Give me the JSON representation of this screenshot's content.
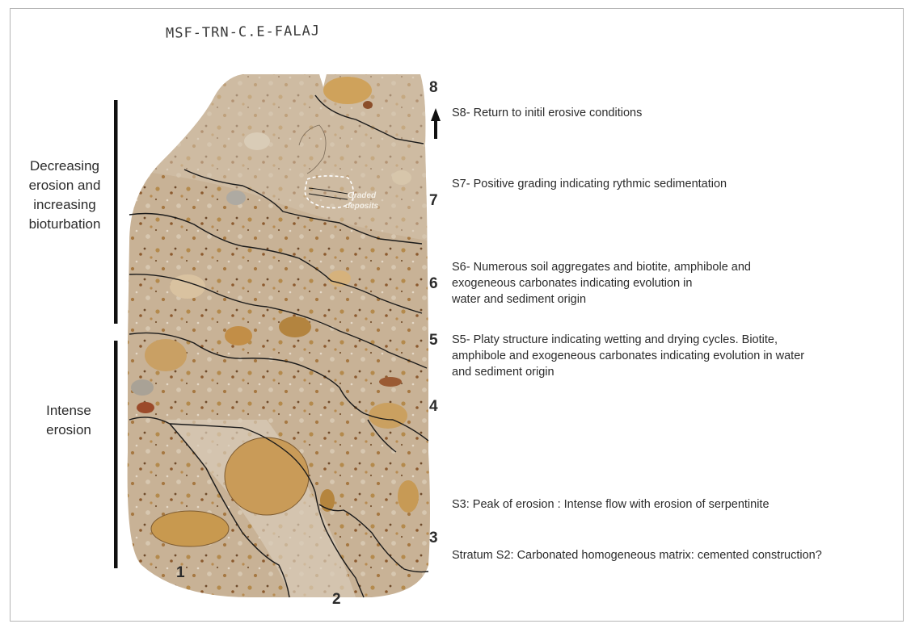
{
  "sample_label": "MSF-TRN-C.E-FALAJ",
  "left_annotations": {
    "upper": "Decreasing\nerosion and\nincreasing\nbioturbation",
    "lower": "Intense\nerosion"
  },
  "inset_label": "Graded\ndeposits",
  "unit_numbers": [
    "8",
    "7",
    "6",
    "5",
    "4",
    "3",
    "2",
    "1"
  ],
  "descriptions": {
    "s8": "S8- Return to initil erosive conditions",
    "s7": "S7- Positive grading indicating rythmic sedimentation",
    "s6": "S6- Numerous soil aggregates and biotite, amphibole and\nexogeneous carbonates indicating evolution in\nwater and sediment origin",
    "s5": "S5- Platy structure indicating wetting and drying cycles.  Biotite,\namphibole and exogeneous carbonates indicating evolution in water\nand sediment origin",
    "s3": "S3: Peak of erosion : Intense flow with erosion of serpentinite",
    "s2": "Stratum S2: Carbonated homogeneous matrix: cemented construction?"
  },
  "colors": {
    "matrix": "#c9b49a",
    "matrix_light": "#ddd0bd",
    "clast": "#c79a55",
    "line": "#1a1a1a"
  }
}
